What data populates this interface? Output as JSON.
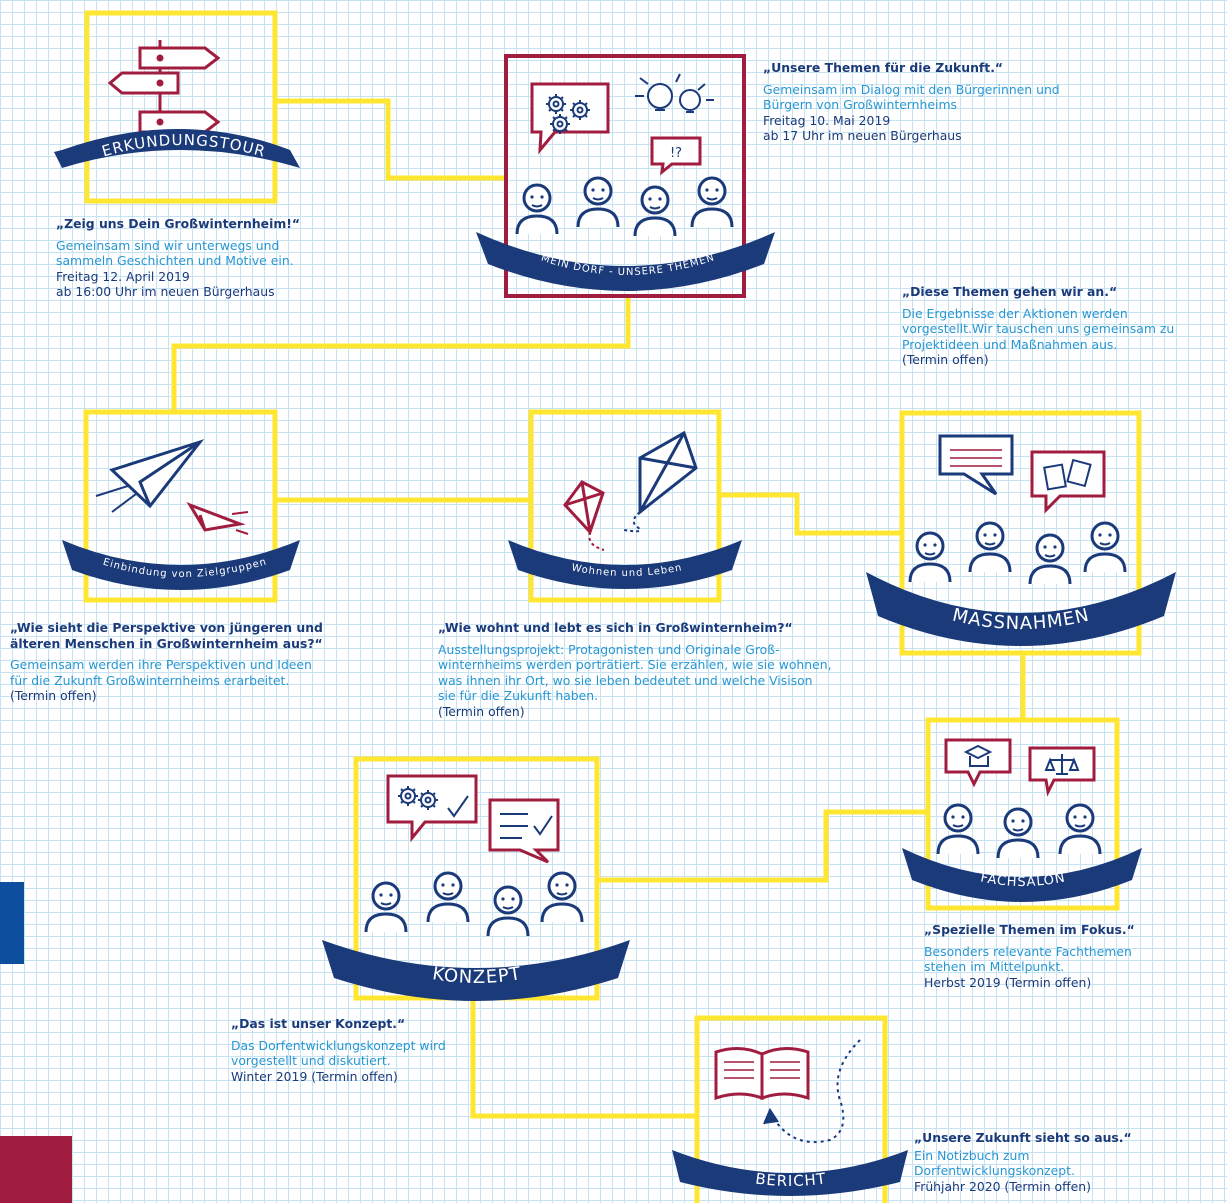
{
  "colors": {
    "connector": "#ffe631",
    "frame_yellow": "#ffe631",
    "frame_red": "#a11d3f",
    "ribbon": "#1b3a7a",
    "heading": "#1b3a7a",
    "description": "#2797d4",
    "grid": "#c7e3f3"
  },
  "stations": [
    {
      "id": "erkundungstour",
      "ribbon_label": "ERKUNDUNGSTOUR",
      "icon": "signpost-icon",
      "heading": "„Zeig uns Dein Großwinternheim!“",
      "description": "Gemeinsam sind wir unterwegs und sammeln Geschichten und Motive ein.",
      "meta": [
        "Freitag 12. April 2019",
        "ab 16:00 Uhr im neuen Bürgerhaus"
      ]
    },
    {
      "id": "mein-dorf",
      "ribbon_label": "MEIN DORF - UNSERE THEMEN",
      "icon": "group-discussion-icon",
      "heading": "„Unsere Themen für die Zukunft.“",
      "description": "Gemeinsam im Dialog mit den Bürgerinnen und Bürgern von Großwinternheims",
      "meta": [
        "Freitag 10. Mai 2019",
        "ab 17 Uhr im neuen Bürgerhaus"
      ]
    },
    {
      "id": "zielgruppen",
      "ribbon_label": "Einbindung von Zielgruppen",
      "icon": "paper-plane-icon",
      "heading": "„Wie sieht die Perspektive von jüngeren und älteren Menschen in Großwinternheim aus?“",
      "description": "Gemeinsam werden ihre Perspektiven und Ideen für die Zukunft Großwinternheims erarbeitet.",
      "meta": [
        "(Termin offen)"
      ]
    },
    {
      "id": "wohnen",
      "ribbon_label": "Wohnen und Leben",
      "icon": "kite-icon",
      "heading": "„Wie wohnt und lebt es sich in Großwinternheim?“",
      "description": "Ausstellungsprojekt: Protagonisten und Originale Groß-winternheims werden porträtiert. Sie erzählen, wie sie wohnen, was ihnen ihr Ort, wo sie leben bedeutet und welche Visison sie für die Zukunft haben.",
      "meta": [
        "(Termin offen)"
      ]
    },
    {
      "id": "massnahmen",
      "ribbon_label": "MASSNAHMEN",
      "icon": "group-documents-icon",
      "heading": "„Diese Themen gehen wir an.“",
      "description": "Die Ergebnisse der Aktionen werden vorgestellt.Wir tauschen uns gemeinsam zu Projektideen und Maßnahmen aus.",
      "meta": [
        "(Termin offen)"
      ]
    },
    {
      "id": "fachsalon",
      "ribbon_label": "FACHSALON",
      "icon": "experts-icon",
      "heading": "„Spezielle Themen im Fokus.“",
      "description": "Besonders relevante Fachthemen stehen im Mittelpunkt.",
      "meta": [
        "Herbst 2019 (Termin offen)"
      ]
    },
    {
      "id": "konzept",
      "ribbon_label": "KONZEPT",
      "icon": "group-checklist-icon",
      "heading": "„Das ist unser Konzept.“",
      "description": "Das Dorfentwicklungskonzept wird vorgestellt und diskutiert.",
      "meta": [
        "Winter 2019 (Termin offen)"
      ]
    },
    {
      "id": "bericht",
      "ribbon_label": "BERICHT",
      "icon": "open-book-icon",
      "heading": "„Unsere Zukunft sieht so aus.“",
      "description": "Ein Notizbuch zum Dorfentwicklungskonzept.",
      "meta": [
        "Frühjahr 2020 (Termin offen)"
      ]
    }
  ]
}
